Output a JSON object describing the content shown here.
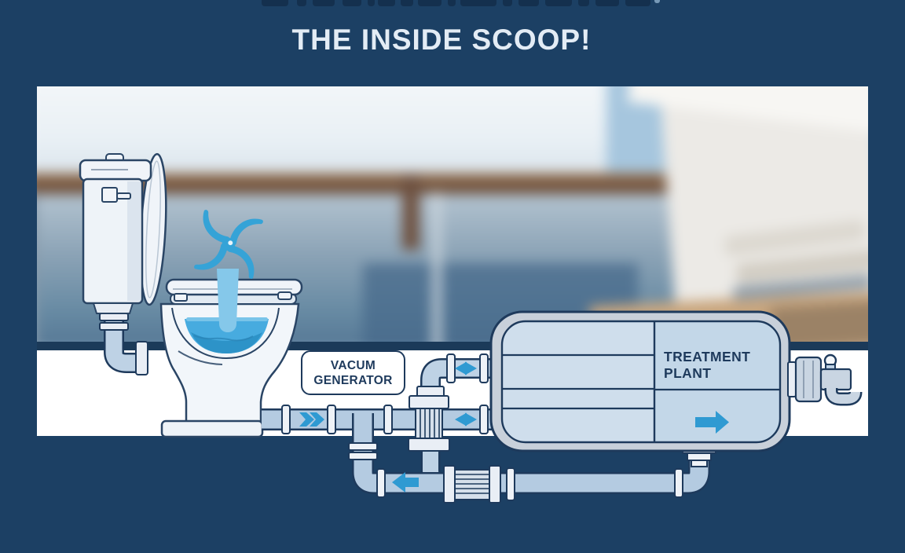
{
  "header": {
    "subtitle": "THE INSIDE SCOOP!"
  },
  "diagram": {
    "vacuum_generator_label": {
      "line1": "VACUM",
      "line2": "GENERATOR"
    },
    "treatment_plant_label": {
      "line1": "TREATMENT",
      "line2": "PLANT"
    },
    "flow_arrows": [
      {
        "name": "toilet-outlet-arrow",
        "direction": "right"
      },
      {
        "name": "generator-top-line-arrow",
        "direction": "both"
      },
      {
        "name": "generator-mid-line-arrow",
        "direction": "both"
      },
      {
        "name": "return-line-arrow",
        "direction": "left"
      },
      {
        "name": "treatment-plant-arrow",
        "direction": "right"
      }
    ],
    "colors": {
      "background_navy": "#1c4064",
      "outline_navy": "#1e3a5c",
      "pipe_fill": "#b4cbe1",
      "arrow_blue": "#2f9ad2",
      "water_blue": "#47abdf",
      "swirl_blue": "#35a3d7"
    }
  }
}
